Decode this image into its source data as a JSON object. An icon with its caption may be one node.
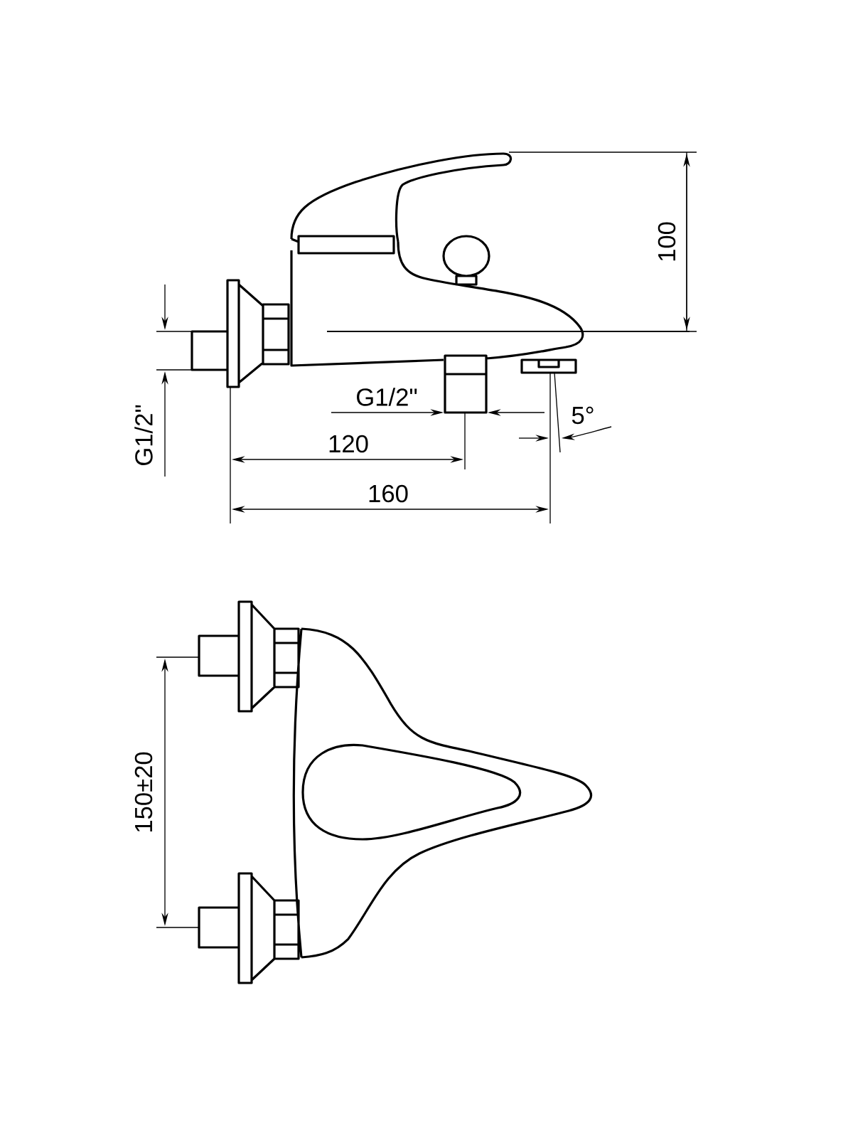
{
  "diagram": {
    "labels": [
      "100",
      "G1/2\"",
      "5°",
      "G1/2\"",
      "120",
      "160",
      "150±20"
    ]
  }
}
